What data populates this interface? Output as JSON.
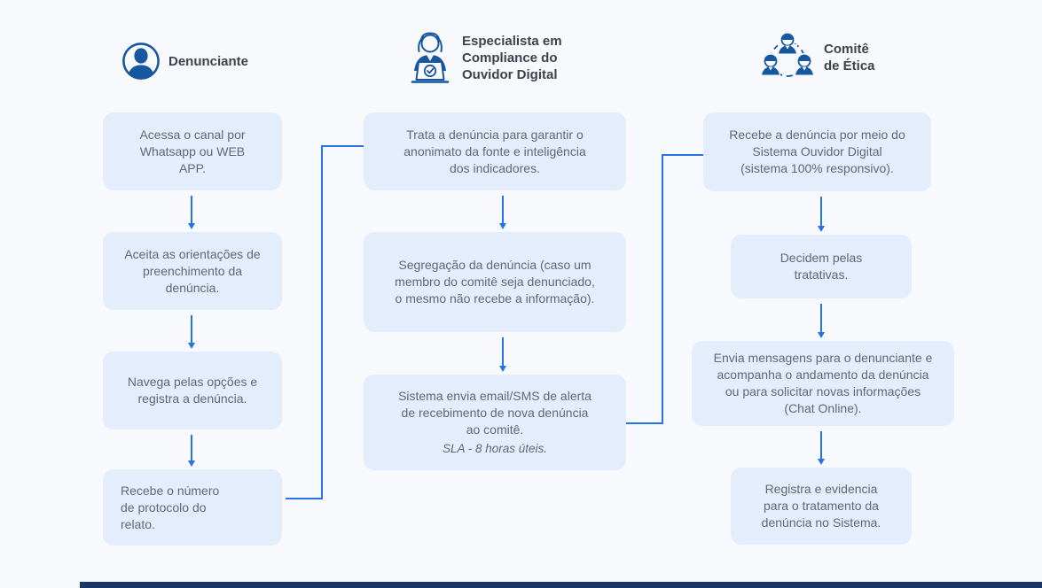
{
  "colors": {
    "background": "#f7f9fc",
    "box_fill": "#e3edfc",
    "box_text": "#5f6a76",
    "header_text": "#3d434c",
    "icon_blue": "#1757a0",
    "arrow_blue": "#2673e6",
    "footer_bar_navy": "#1b3768"
  },
  "lanes": [
    {
      "title": "Denunciante",
      "icon": "person-avatar-icon",
      "steps": [
        {
          "text": "Acessa o canal por\nWhatsapp ou WEB\nAPP."
        },
        {
          "text": "Aceita as orientações de\npreenchimento da\ndenúncia."
        },
        {
          "text": "Navega pelas opções e\nregistra a denúncia."
        },
        {
          "text": "Recebe o número\nde  protocolo do\nrelato."
        }
      ]
    },
    {
      "title": "Especialista em\nCompliance do\nOuvidor Digital",
      "icon": "compliance-specialist-icon",
      "steps": [
        {
          "text": "Trata a denúncia para garantir o\nanonimato da fonte e inteligência\ndos indicadores."
        },
        {
          "text": "Segregação da denúncia (caso um\nmembro do comitê seja denunciado,\no mesmo não recebe a informação)."
        },
        {
          "text": "Sistema envia email/SMS de alerta\nde recebimento de nova denúncia\nao comitê.",
          "note": "SLA - 8 horas úteis."
        }
      ]
    },
    {
      "title": "Comitê\nde Ética",
      "icon": "ethics-committee-icon",
      "steps": [
        {
          "text": "Recebe a denúncia por meio  do\nSistema Ouvidor Digital\n(sistema 100% responsivo)."
        },
        {
          "text": "Decidem pelas\ntratativas."
        },
        {
          "text": "Envia mensagens para o denunciante e\nacompanha o andamento da denúncia\nou para solicitar novas informações\n(Chat Online)."
        },
        {
          "text": "Registra e evidencia\npara o tratamento da\ndenúncia no Sistema."
        }
      ]
    }
  ]
}
